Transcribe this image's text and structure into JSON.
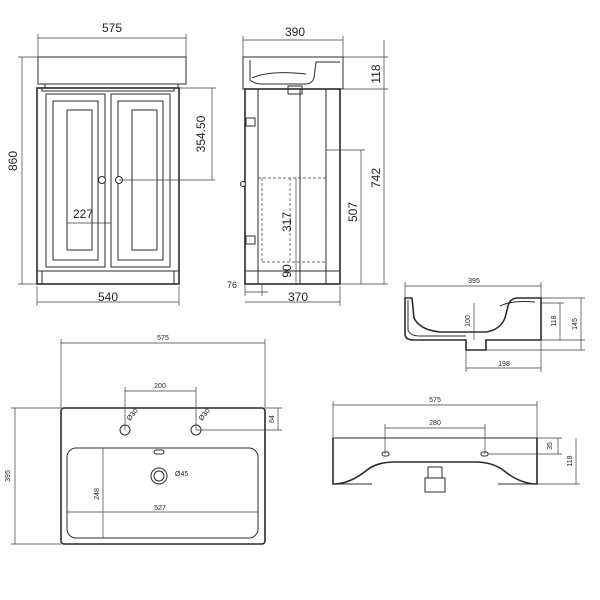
{
  "front_view": {
    "top_width": "575",
    "height": "860",
    "handle_height": "354.50",
    "panel_width": "227",
    "base_width": "540"
  },
  "side_view": {
    "depth_top": "390",
    "basin_height": "118",
    "cabinet_height": "742",
    "shelf_height": "507",
    "inner_height": "317",
    "plinth_height": "90",
    "plinth_offset": "76",
    "base_depth": "370"
  },
  "basin_section": {
    "depth": "395",
    "inner_depth": "100",
    "rim_height": "118",
    "total_height": "145",
    "drain_offset": "198"
  },
  "top_view": {
    "width": "575",
    "tap_spacing": "200",
    "tap_hole_left": "Ø30",
    "tap_hole_right": "Ø30",
    "tap_offset": "64",
    "depth": "395",
    "bowl_depth": "248",
    "bowl_width": "527",
    "drain": "Ø45"
  },
  "front_basin_view": {
    "width": "575",
    "hole_spacing": "280",
    "hole_height": "35",
    "height": "118"
  }
}
